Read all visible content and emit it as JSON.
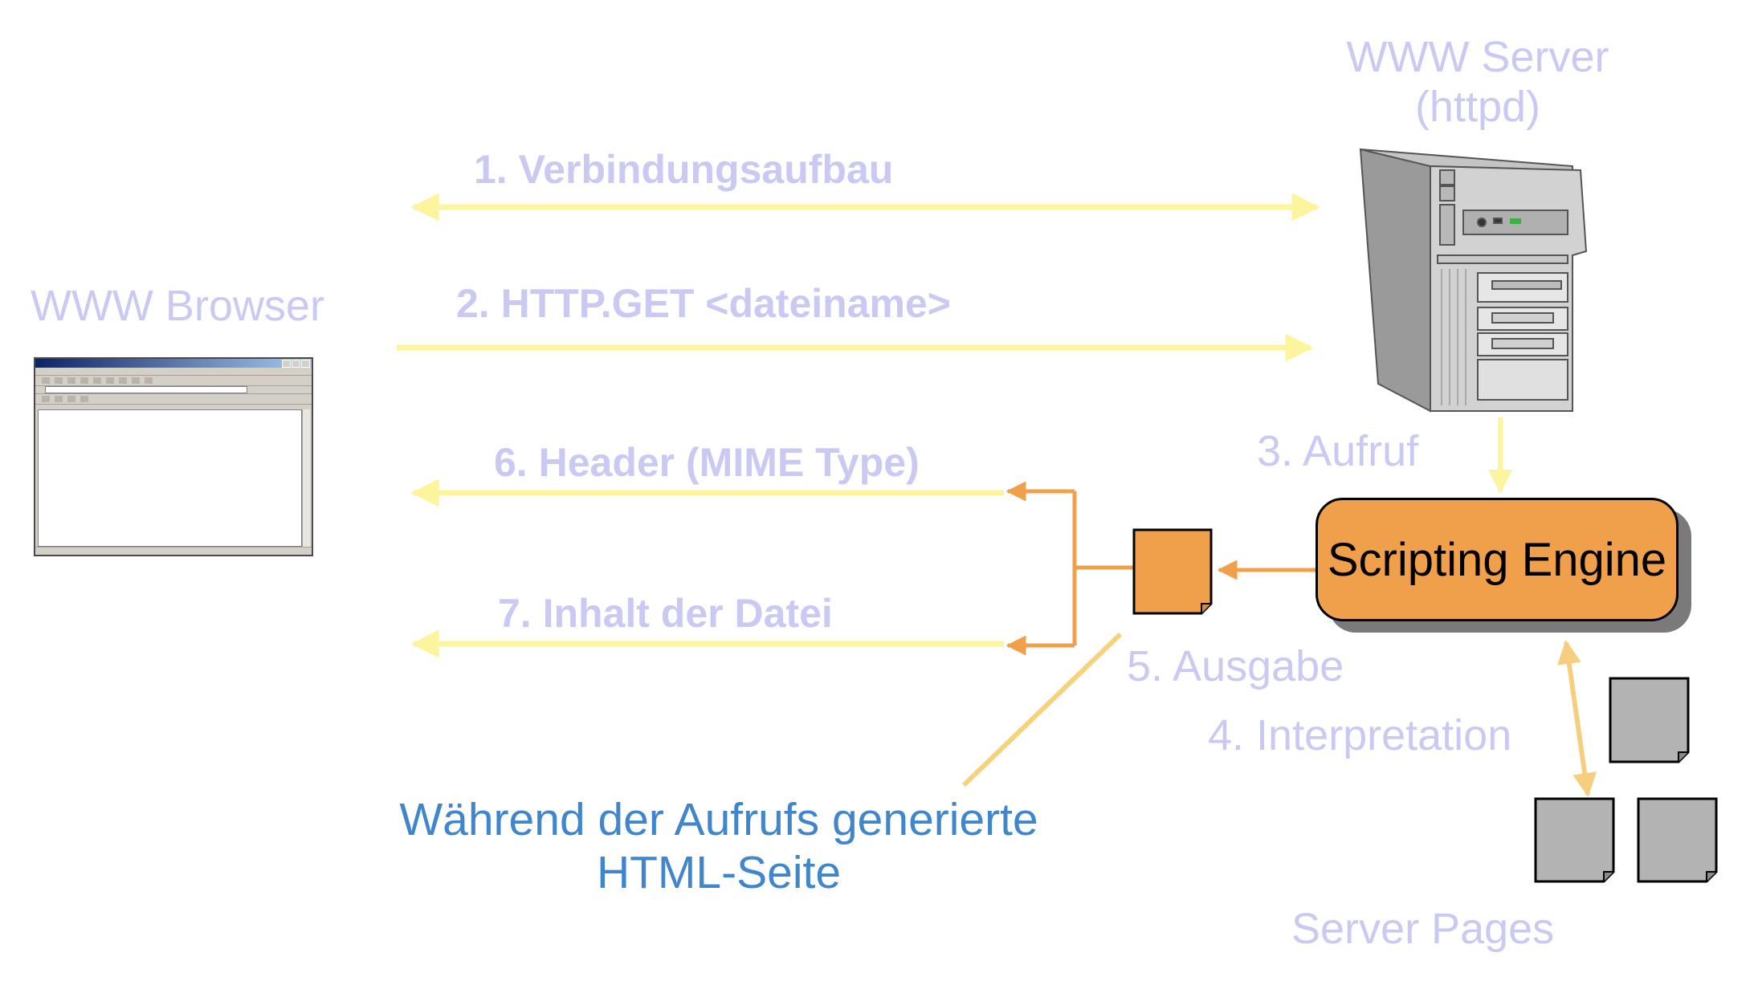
{
  "labels": {
    "browser": "WWW Browser",
    "server_line1": "WWW Server",
    "server_line2": "(httpd)",
    "step1": "1. Verbindungsaufbau",
    "step2": "2. HTTP.GET <dateiname>",
    "step3": "3. Aufruf",
    "step4": "4. Interpretation",
    "step5": "5. Ausgabe",
    "step6": "6. Header (MIME Type)",
    "step7": "7. Inhalt der Datei",
    "engine": "Scripting Engine",
    "server_pages": "Server Pages",
    "note_line1": "Während der Aufrufs generierte",
    "note_line2": "HTML-Seite"
  },
  "colors": {
    "label": "#c9c9f3",
    "yellow_arrow": "#fdf59d",
    "orange_arrow": "#f0a04b",
    "engine_fill": "#f0a04b",
    "page_fill": "#b3b3b3",
    "note_text": "#3f86cc",
    "callout_line": "#f6d27a"
  },
  "icons": {
    "browser": "browser-window-icon",
    "server": "server-tower-icon",
    "generated_page": "document-icon",
    "server_page": "document-icon"
  }
}
